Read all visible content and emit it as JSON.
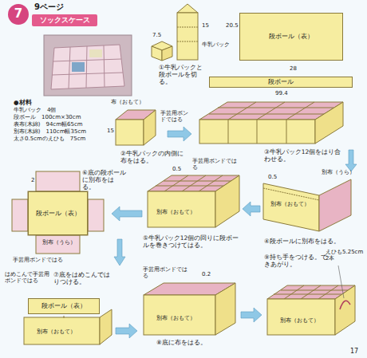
{
  "diagram": {
    "nodes": [
      {
        "text": [
          "7"
        ]
      },
      {
        "text": [
          "ソックスケース"
        ]
      },
      {
        "text": [
          "段ボール（表）"
        ]
      },
      {
        "text": [
          "段ボール"
        ]
      },
      {
        "text": [
          "段ボール（表）"
        ]
      },
      {
        "text": [
          "段ボール（表）"
        ]
      }
    ],
    "labels": [
      "9ページ",
      "●材料",
      "牛乳パック　4個",
      "段ボール　100cm×30cm",
      "表布(木綿)　94cm幅65cm",
      "別布(木綿)　110cm幅35cm",
      "太さ0.5cmのえひも　75cm",
      "7.5",
      "15",
      "牛乳パック",
      "20.5",
      "28",
      "99.4",
      "①牛乳パックと段ボールを切る。",
      "布（おもて）",
      "手芸用ボンドではる",
      "15",
      "②牛乳パックの内側に布をはる。",
      "③牛乳パック12個をはり合わせる。",
      "0.5",
      "別布（うら）",
      "別布（おもて）",
      "④段ボールに別布をはる。",
      "0.5",
      "手芸用ボンドではる",
      "別布（おもて）",
      "⑤牛乳パック12個の回りに段ボールを巻きつけてはる。",
      "2",
      "別布（うら）",
      "⑥底の段ボールに別布をはる。",
      "手芸用ボンドではる",
      "はめこんで手芸用ボンドではる",
      "⑦底をはめこんではりつける。",
      "別布（おもて）",
      "手芸用ボンドではる",
      "0.2",
      "別布（おもて）",
      "⑧底に布をはる。",
      "⑨持ち手をつける。できあがり。",
      "えひも5.25cm 2本",
      "別布（おもて）",
      "17"
    ]
  }
}
